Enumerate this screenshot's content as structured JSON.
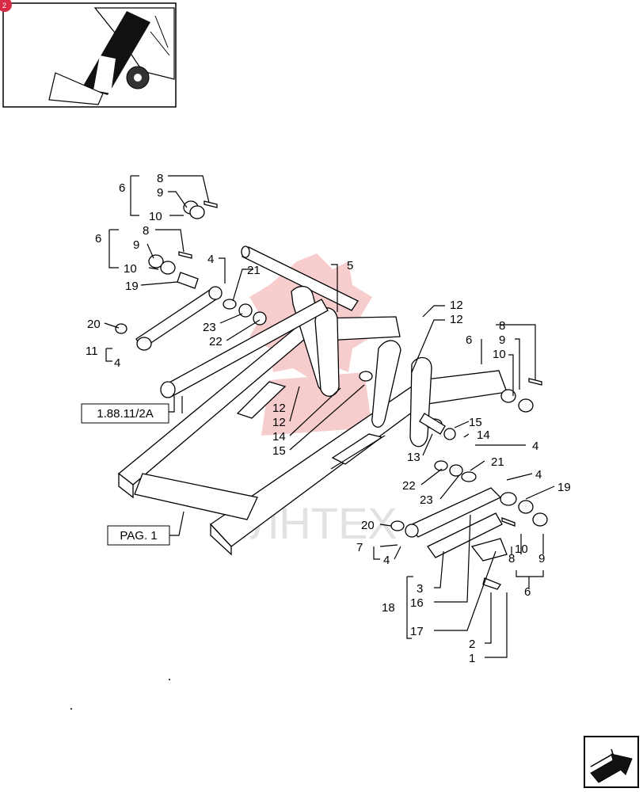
{
  "reference_boxes": {
    "ref_a": "1.88.11/2A",
    "ref_b": "PAG. 1"
  },
  "watermark": {
    "text": "IЛНТЕХ",
    "color": "#e64a4a"
  },
  "badge": {
    "text": "2",
    "color": "#d62a45"
  },
  "callouts": {
    "c1": "1",
    "c2": "2",
    "c3": "3",
    "c4a": "4",
    "c4b": "4",
    "c4c": "4",
    "c4d": "4",
    "c4e": "4",
    "c5": "5",
    "c6a": "6",
    "c6b": "6",
    "c6c": "6",
    "c6d": "6",
    "c7": "7",
    "c8a": "8",
    "c8b": "8",
    "c8c": "8",
    "c8d": "8",
    "c9a": "9",
    "c9b": "9",
    "c9c": "9",
    "c9d": "9",
    "c10a": "10",
    "c10b": "10",
    "c10c": "10",
    "c10d": "10",
    "c11": "11",
    "c12a": "12",
    "c12b": "12",
    "c12c": "12",
    "c12d": "12",
    "c13": "13",
    "c14a": "14",
    "c14b": "14",
    "c15a": "15",
    "c15b": "15",
    "c16": "16",
    "c17": "17",
    "c18": "18",
    "c19a": "19",
    "c19b": "19",
    "c20a": "20",
    "c20b": "20",
    "c21a": "21",
    "c21b": "21",
    "c22a": "22",
    "c22b": "22",
    "c23a": "23",
    "c23b": "23"
  },
  "icons": {
    "thumbnail": "loader-thumbnail-icon",
    "next": "next-page-arrow-icon"
  }
}
